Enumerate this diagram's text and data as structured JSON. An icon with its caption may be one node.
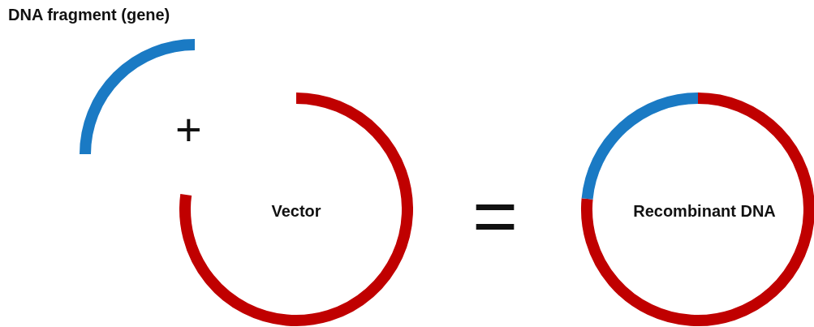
{
  "diagram": {
    "nodes": [
      {
        "text": [
          "DNA fragment (gene)"
        ]
      },
      {
        "text": [
          "Vector"
        ]
      },
      {
        "text": [
          "Recombinant DNA"
        ]
      }
    ],
    "labels": [
      "+",
      "="
    ]
  }
}
